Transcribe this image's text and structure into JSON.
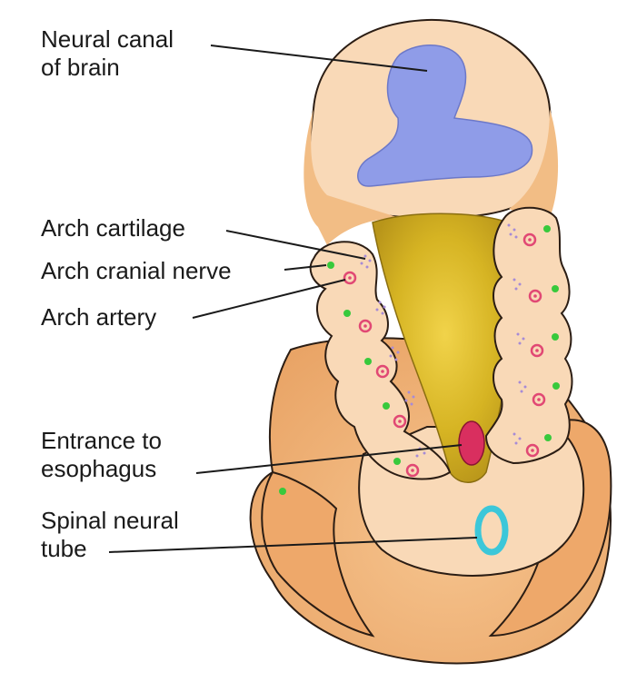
{
  "labels": {
    "neural_canal": {
      "line1": "Neural canal",
      "line2": "of brain"
    },
    "arch_cartilage": "Arch cartilage",
    "arch_cranial_nerve": "Arch cranial nerve",
    "arch_artery": "Arch artery",
    "esophagus": {
      "line1": "Entrance to",
      "line2": "esophagus"
    },
    "spinal_tube": {
      "line1": "Spinal neural",
      "line2": "tube"
    }
  },
  "colors": {
    "tissue_light": "#f9d9b7",
    "tissue_mid": "#f2bd85",
    "tissue_dark": "#e9a466",
    "outline": "#2b1d14",
    "neural_canal": "#8f9ce8",
    "pharynx": "#d6b423",
    "esophagus": "#d92f5f",
    "spinal_tube": "#3cc7d9",
    "nerve_dot": "#38c93c",
    "artery_dot": "#e14874",
    "cartilage": "#a78bd6"
  }
}
